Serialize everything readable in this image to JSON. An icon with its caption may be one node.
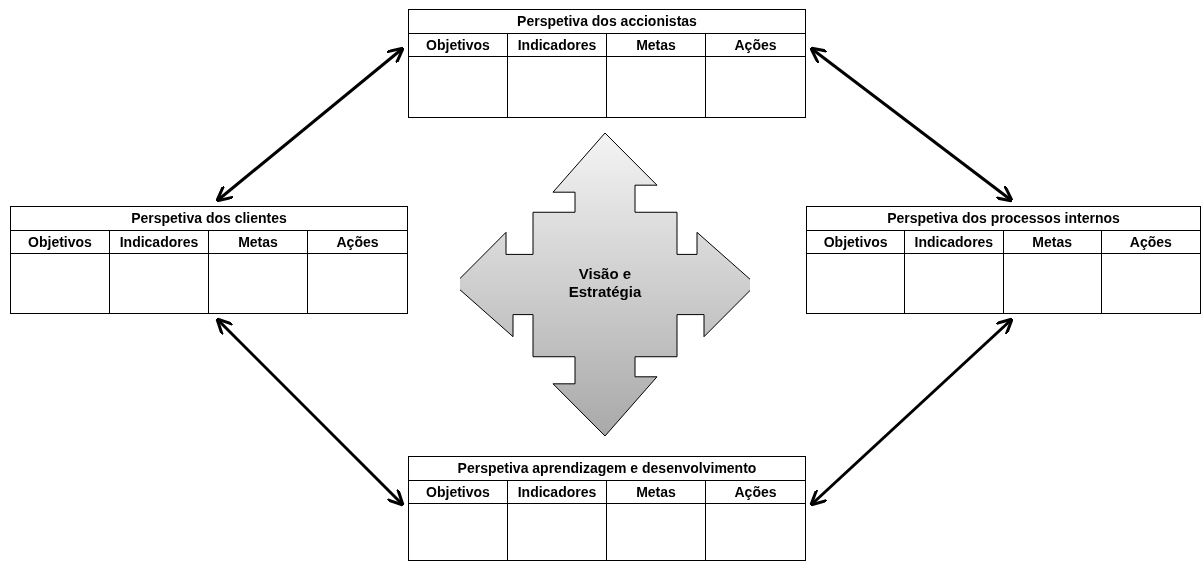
{
  "diagram": {
    "nodes": [
      {
        "text": [
          "Perspetiva dos accionistas",
          "Objetivos",
          "Indicadores",
          "Metas",
          "Ações"
        ]
      },
      {
        "text": [
          "Perspetiva dos clientes",
          "Objetivos",
          "Indicadores",
          "Metas",
          "Ações"
        ]
      },
      {
        "text": [
          "Visão e Estratégia"
        ]
      },
      {
        "text": [
          "Perspetiva dos processos internos",
          "Objetivos",
          "Indicadores",
          "Metas",
          "Ações"
        ]
      },
      {
        "text": [
          "Perspetiva aprendizagem e desenvolvimento",
          "Objetivos",
          "Indicadores",
          "Metas",
          "Ações"
        ]
      }
    ],
    "edges": [
      {
        "from": 0,
        "to": 1,
        "arrow": "both"
      },
      {
        "from": 0,
        "to": 3,
        "arrow": "both"
      },
      {
        "from": 1,
        "to": 4,
        "arrow": "both"
      },
      {
        "from": 3,
        "to": 4,
        "arrow": "both"
      }
    ]
  }
}
